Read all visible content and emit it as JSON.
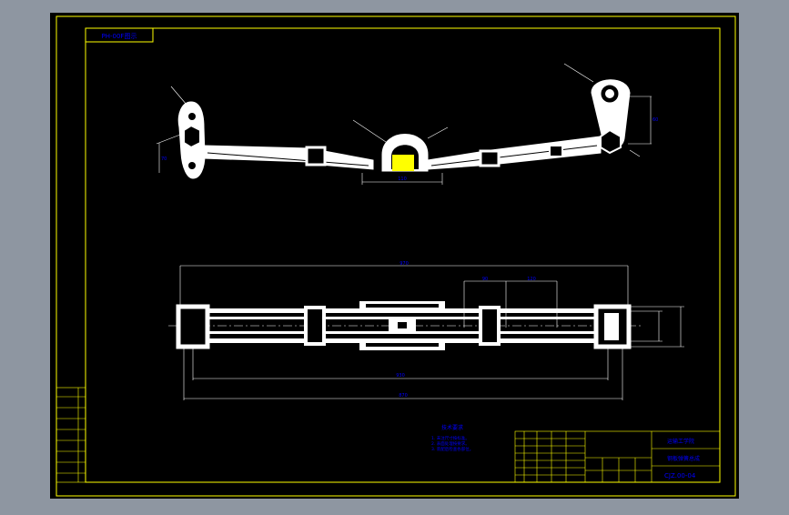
{
  "colors": {
    "window_bg": "#8e96a1",
    "canvas": "#000000",
    "frame": "#ffff00",
    "part": "#ffffff",
    "dimension": "#ffffff",
    "annotation": "#0000ff",
    "highlight": "#ffff00"
  },
  "drawing": {
    "corner_label": "PH-00F图示",
    "title_block": {
      "school": "运输工学院",
      "title": "钢板弹簧总成",
      "drawing_number": "CJZ.00-04"
    },
    "notes": {
      "heading": "技术要求",
      "items": [
        "1. 未注尺寸按标准。",
        "2. 表面处理按要求。",
        "3. 装配后检查各部位。"
      ]
    },
    "dimensions": {
      "center_width": "110",
      "overall_width": "970",
      "inner_width": "930",
      "total_length": "870",
      "seg1": "90",
      "seg2": "120",
      "side1": "60",
      "side2": "70"
    }
  }
}
